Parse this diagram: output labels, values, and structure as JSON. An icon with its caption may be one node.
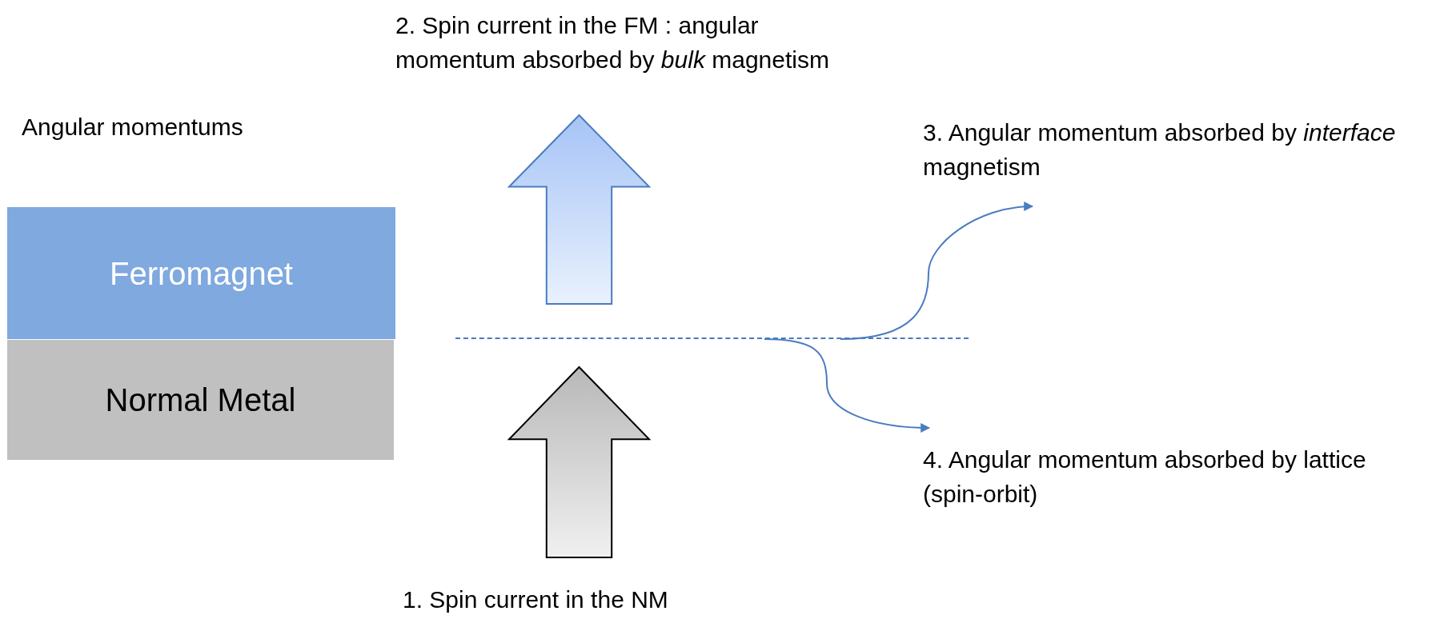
{
  "diagram": {
    "nodes": [
      {
        "text": [
          "Ferromagnet"
        ]
      },
      {
        "text": [
          "Normal Metal"
        ]
      },
      {
        "text": [],
        "shape": "arrow"
      },
      {
        "text": [],
        "shape": "arrow"
      },
      {
        "text": [],
        "shape": "line"
      },
      {
        "text": [
          "1. Spin current in the NM"
        ]
      },
      {
        "text": [
          "2. Spin current in the FM : angular momentum absorbed by *bulk* magnetism"
        ]
      },
      {
        "text": [
          "3. Angular momentum absorbed by *interface* magnetism"
        ]
      },
      {
        "text": [
          "4. Angular momentum absorbed by lattice (spin-orbit)"
        ]
      }
    ],
    "edges": [
      {
        "from": 4,
        "to": 7,
        "arrow": "to"
      },
      {
        "from": 4,
        "to": 8,
        "arrow": "to"
      }
    ],
    "labels": [
      "Angular momentums"
    ]
  }
}
